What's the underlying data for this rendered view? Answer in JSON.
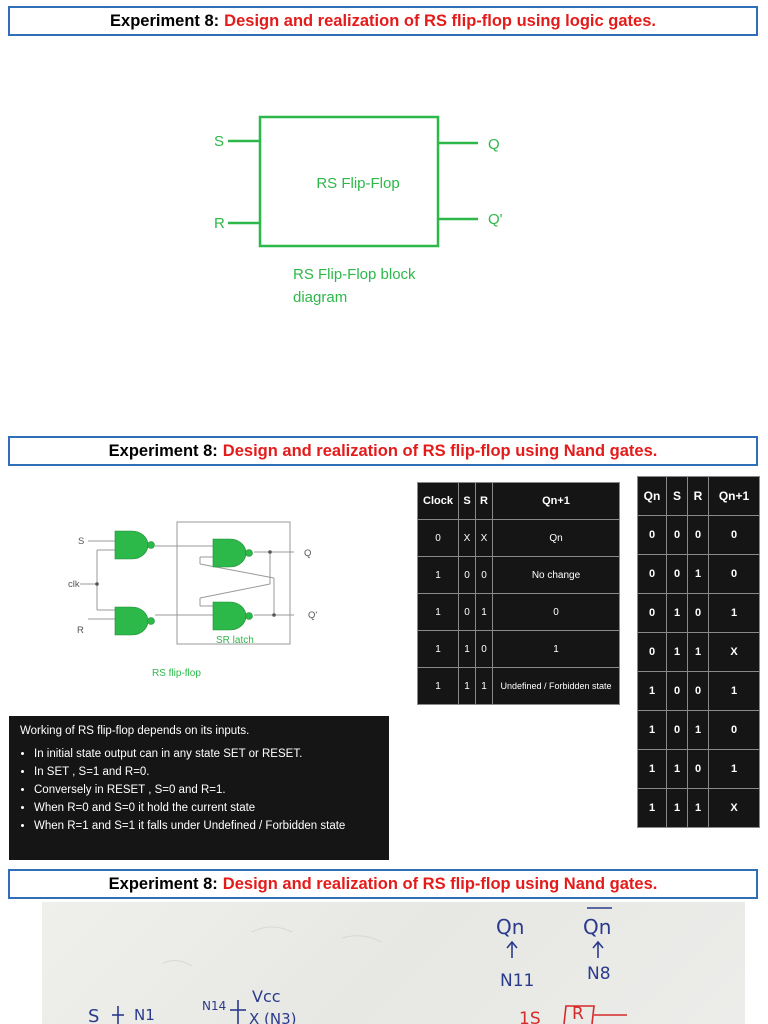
{
  "section1": {
    "lead": "Experiment 8:",
    "title": "Design and realization of RS flip-flop using logic gates."
  },
  "block_diagram": {
    "input_s": "S",
    "input_r": "R",
    "output_q": "Q",
    "output_qbar": "Q'",
    "box_label": "RS Flip-Flop",
    "caption_line1": "RS Flip-Flop block",
    "caption_line2": "diagram",
    "color": "#2db84a"
  },
  "section2": {
    "lead": "Experiment 8:",
    "title": "Design and realization of RS flip-flop using Nand gates."
  },
  "nand_circuit": {
    "s": "S",
    "clk": "clk",
    "r": "R",
    "q": "Q",
    "qbar": "Q'",
    "latch_label": "SR latch",
    "caption": "RS flip-flop"
  },
  "truth_table": {
    "headers": [
      "Clock",
      "S",
      "R",
      "Qn+1"
    ],
    "rows": [
      [
        "0",
        "X",
        "X",
        "Qn"
      ],
      [
        "1",
        "0",
        "0",
        "No change"
      ],
      [
        "1",
        "0",
        "1",
        "0"
      ],
      [
        "1",
        "1",
        "0",
        "1"
      ],
      [
        "1",
        "1",
        "1",
        "Undefined / Forbidden state"
      ]
    ]
  },
  "characteristic_table": {
    "headers": [
      "Qn",
      "S",
      "R",
      "Qn+1"
    ],
    "rows": [
      [
        "0",
        "0",
        "0",
        "0"
      ],
      [
        "0",
        "0",
        "1",
        "0"
      ],
      [
        "0",
        "1",
        "0",
        "1"
      ],
      [
        "0",
        "1",
        "1",
        "X"
      ],
      [
        "1",
        "0",
        "0",
        "1"
      ],
      [
        "1",
        "0",
        "1",
        "0"
      ],
      [
        "1",
        "1",
        "0",
        "1"
      ],
      [
        "1",
        "1",
        "1",
        "X"
      ]
    ]
  },
  "working": {
    "heading": "Working of RS flip-flop depends on its inputs.",
    "bullets": [
      "In initial state output can in any state SET or RESET.",
      "In SET , S=1 and R=0.",
      "Conversely in RESET , S=0 and R=1.",
      "When R=0 and S=0 it hold the current state",
      "When R=1 and S=1 it falls under Undefined / Forbidden state"
    ]
  },
  "section3": {
    "lead": "Experiment 8:",
    "title": "Design and realization of RS flip-flop using Nand gates."
  },
  "handwritten": {
    "qn": "Qn",
    "qn_bar": "Qn",
    "n11": "N11",
    "n8": "N8",
    "s_n1": "S",
    "n1": "N1",
    "n14": "N14",
    "vcc": "Vcc",
    "x_n3": "X (N3)",
    "ls_r": "1S",
    "r": "R"
  }
}
